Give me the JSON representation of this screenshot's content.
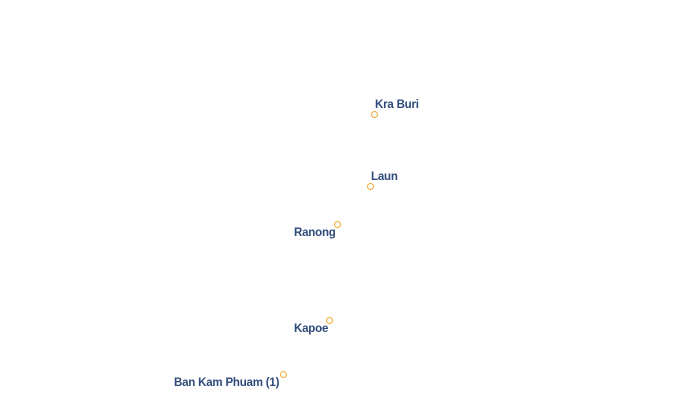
{
  "colors": {
    "background": "#ffffff",
    "label": "#2d4a7a",
    "marker": "#f0a830"
  },
  "places": [
    {
      "name": "Kra Buri",
      "icon": "place-marker-icon"
    },
    {
      "name": "Laun",
      "icon": "place-marker-icon"
    },
    {
      "name": "Ranong",
      "icon": "place-marker-icon"
    },
    {
      "name": "Kapoe",
      "icon": "place-marker-icon"
    },
    {
      "name": "Ban Kam Phuam (1)",
      "icon": "place-marker-icon"
    }
  ]
}
